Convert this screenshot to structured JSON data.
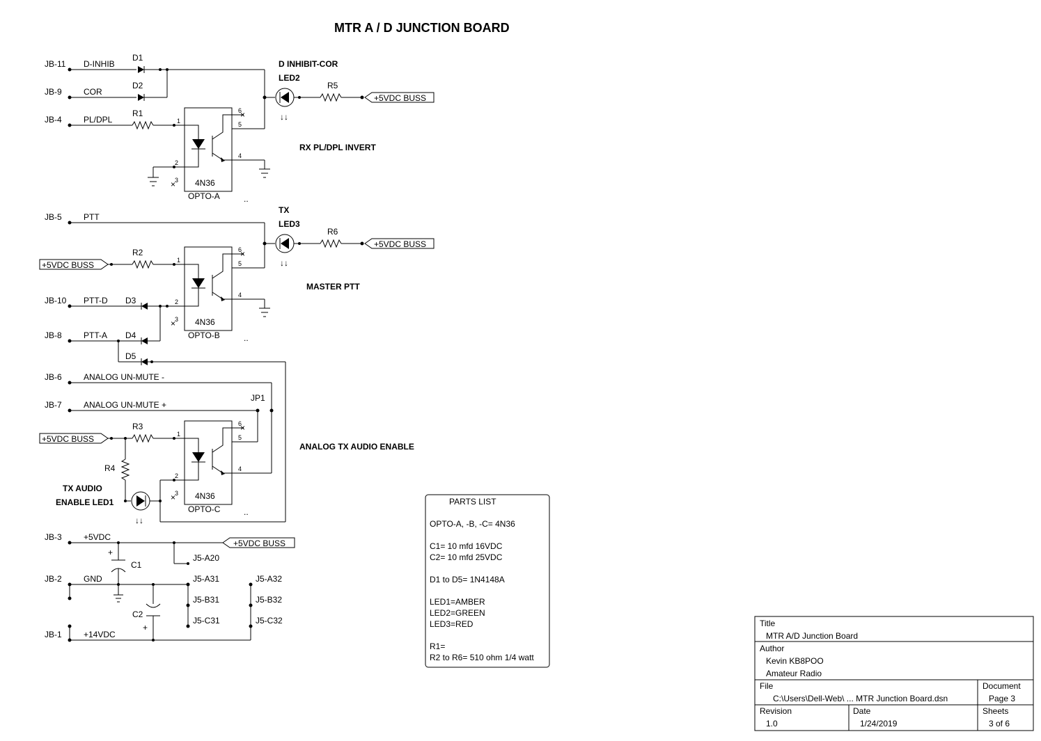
{
  "title": "MTR  A / D  JUNCTION  BOARD",
  "terminals": [
    "JB-11",
    "JB-9",
    "JB-4",
    "JB-5",
    "JB-10",
    "JB-8",
    "JB-6",
    "JB-7",
    "JB-3",
    "JB-2",
    "JB-1"
  ],
  "nets": [
    "D-INHIB",
    "COR",
    "PL/DPL",
    "PTT",
    "PTT-D",
    "PTT-A",
    "ANALOG UN-MUTE -",
    "ANALOG UN-MUTE +",
    "+5VDC",
    "GND",
    "+14VDC"
  ],
  "busses": [
    "+5VDC BUSS",
    "+5VDC BUSS",
    "+5VDC BUSS",
    "+5VDC BUSS",
    "+5VDC BUSS"
  ],
  "resistors": [
    "R1",
    "R2",
    "R3",
    "R4",
    "R5",
    "R6"
  ],
  "diodes": [
    "D1",
    "D2",
    "D3",
    "D4",
    "D5"
  ],
  "capacitors": [
    "C1",
    "C2"
  ],
  "jumper": "JP1",
  "leds": [
    "LED1",
    "LED2",
    "LED3"
  ],
  "optos": [
    {
      "part": "4N36",
      "name": "OPTO-A"
    },
    {
      "part": "4N36",
      "name": "OPTO-B"
    },
    {
      "part": "4N36",
      "name": "OPTO-C"
    }
  ],
  "pins": [
    "1",
    "2",
    "3",
    "4",
    "5",
    "6"
  ],
  "connectors": [
    "J5-A20",
    "J5-A31",
    "J5-B31",
    "J5-C31",
    "J5-A32",
    "J5-B32",
    "J5-C32"
  ],
  "section_labels": [
    "D INHIBIT-COR",
    "RX PL/DPL INVERT",
    "TX",
    "MASTER PTT",
    "ANALOG TX AUDIO ENABLE",
    "TX AUDIO",
    "ENABLE LED1"
  ],
  "dots": "..",
  "parts_list": {
    "heading": "PARTS LIST",
    "lines": [
      "OPTO-A, -B, -C= 4N36",
      "C1= 10 mfd 16VDC",
      "C2= 10 mfd 25VDC",
      "D1 to D5= 1N4148A",
      "LED1=AMBER",
      "LED2=GREEN",
      "LED3=RED",
      "R1=",
      "R2 to R6= 510 ohm 1/4 watt"
    ]
  },
  "title_block": {
    "title_label": "Title",
    "title_value": "MTR A/D Junction Board",
    "author_label": "Author",
    "author_value": "Kevin KB8POO",
    "org_value": "Amateur Radio",
    "file_label": "File",
    "file_value": "C:\\Users\\Dell-Web\\ ... MTR Junction Board.dsn",
    "document_label": "Document",
    "document_value": "Page 3",
    "revision_label": "Revision",
    "revision_value": "1.0",
    "date_label": "Date",
    "date_value": "1/24/2019",
    "sheets_label": "Sheets",
    "sheets_value": "3 of 6"
  }
}
